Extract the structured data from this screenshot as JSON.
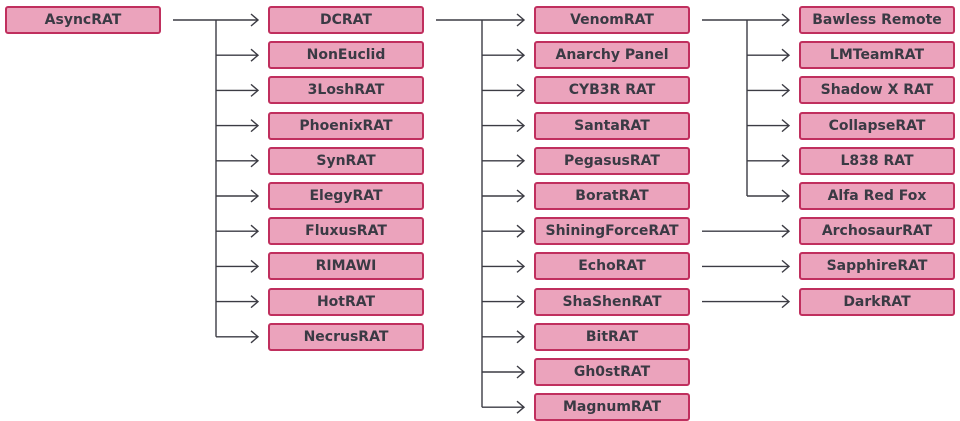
{
  "root": "AsyncRAT",
  "tree": [
    {
      "label": "DCRAT",
      "children": [
        {
          "label": "VenomRAT",
          "children": [
            "Bawless Remote",
            "LMTeamRAT",
            "Shadow X RAT",
            "CollapseRAT",
            "L838 RAT",
            "Alfa Red Fox"
          ]
        },
        {
          "label": "Anarchy Panel",
          "children": []
        },
        {
          "label": "CYB3R RAT",
          "children": []
        },
        {
          "label": "SantaRAT",
          "children": []
        },
        {
          "label": "PegasusRAT",
          "children": []
        },
        {
          "label": "BoratRAT",
          "children": []
        },
        {
          "label": "ShiningForceRAT",
          "children": [
            "ArchosaurRAT"
          ]
        },
        {
          "label": "EchoRAT",
          "children": [
            "SapphireRAT"
          ]
        },
        {
          "label": "ShaShenRAT",
          "children": [
            "DarkRAT"
          ]
        },
        {
          "label": "BitRAT",
          "children": []
        },
        {
          "label": "Gh0stRAT",
          "children": []
        },
        {
          "label": "MagnumRAT",
          "children": []
        }
      ]
    },
    {
      "label": "NonEuclid",
      "children": []
    },
    {
      "label": "3LoshRAT",
      "children": []
    },
    {
      "label": "PhoenixRAT",
      "children": []
    },
    {
      "label": "SynRAT",
      "children": []
    },
    {
      "label": "ElegyRAT",
      "children": []
    },
    {
      "label": "FluxusRAT",
      "children": []
    },
    {
      "label": "RIMAWI",
      "children": []
    },
    {
      "label": "HotRAT",
      "children": []
    },
    {
      "label": "NecrusRAT",
      "children": []
    }
  ],
  "colors": {
    "node_fill": "#eba3bc",
    "node_border": "#c02f5e",
    "node_text": "#3a3a44",
    "connector": "#3c3c44"
  }
}
